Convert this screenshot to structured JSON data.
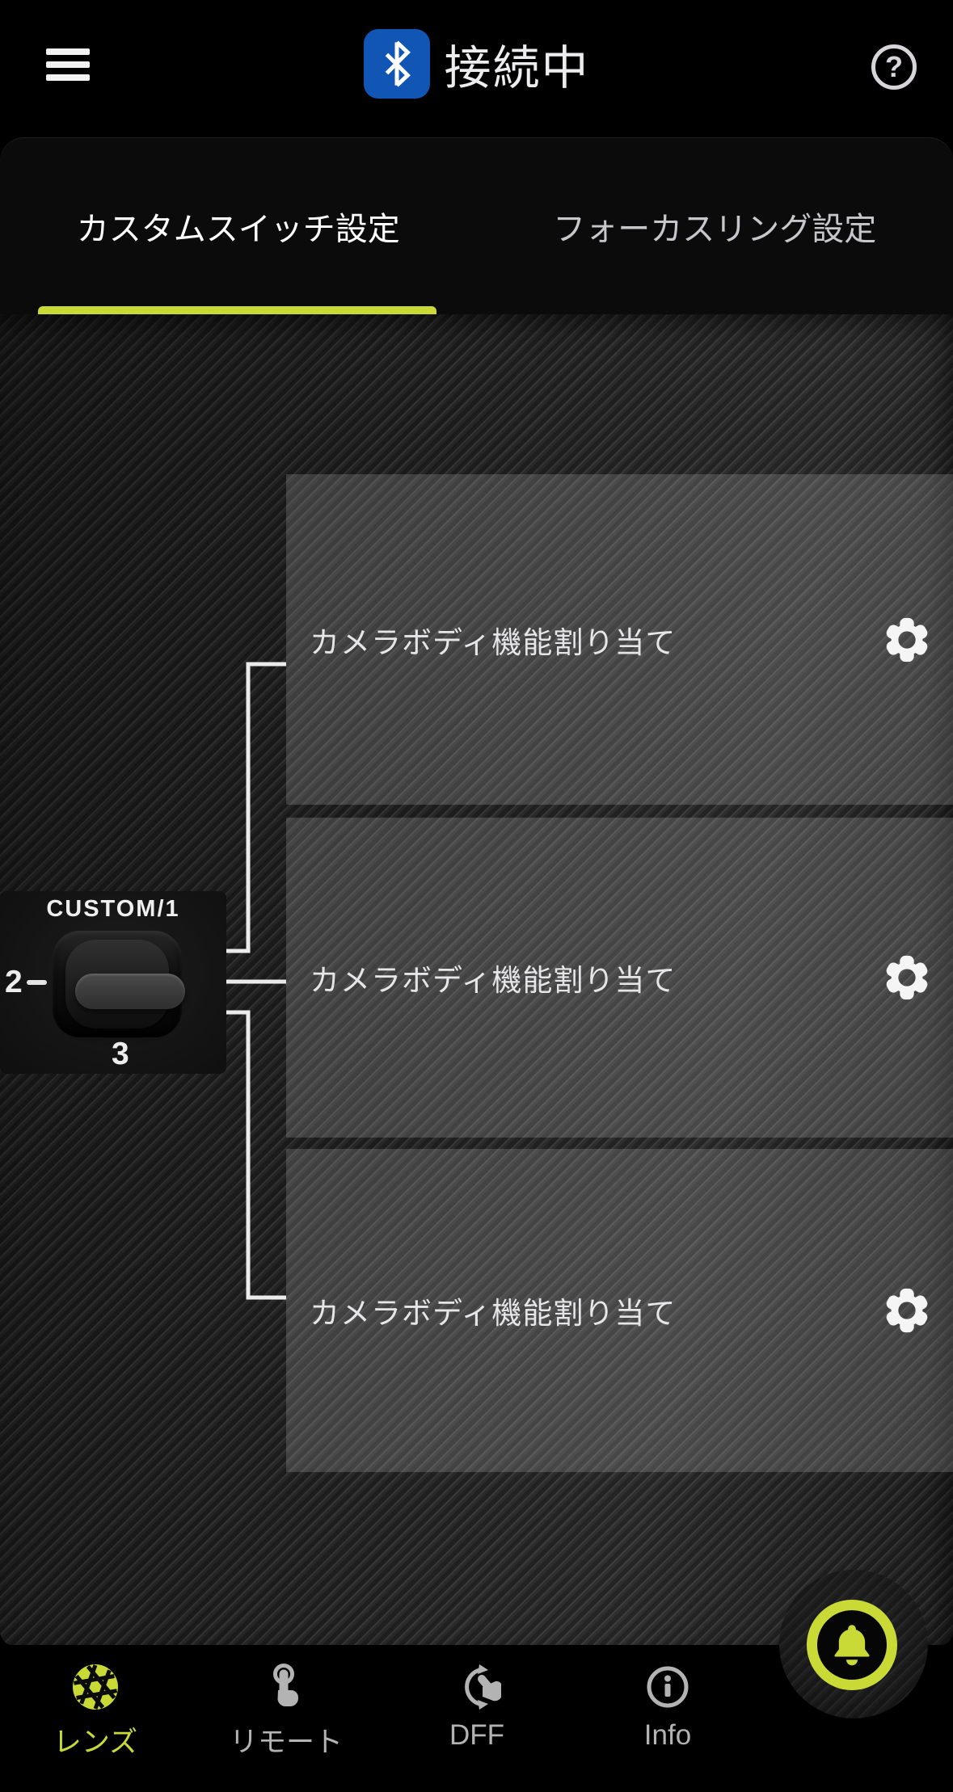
{
  "header": {
    "menu_icon": "hamburger-menu",
    "bluetooth_icon": "bluetooth",
    "status_title": "接続中",
    "help_icon": "help-question"
  },
  "tabs": [
    {
      "label": "カスタムスイッチ設定",
      "active": true
    },
    {
      "label": "フォーカスリング設定",
      "active": false
    }
  ],
  "switch_diagram": {
    "top_label": "CUSTOM/1",
    "left_label": "2",
    "bottom_label": "3",
    "positions": [
      "1",
      "2",
      "3"
    ]
  },
  "panels": [
    {
      "label": "カメラボディ機能割り当て",
      "icon": "gear"
    },
    {
      "label": "カメラボディ機能割り当て",
      "icon": "gear"
    },
    {
      "label": "カメラボディ機能割り当て",
      "icon": "gear"
    }
  ],
  "fab": {
    "icon": "notification-bell"
  },
  "bottom_nav": [
    {
      "label": "レンズ",
      "icon": "aperture",
      "active": true
    },
    {
      "label": "リモート",
      "icon": "touch-remote",
      "active": false
    },
    {
      "label": "DFF",
      "icon": "rotate-hand",
      "active": false
    },
    {
      "label": "Info",
      "icon": "info",
      "active": false
    }
  ],
  "colors": {
    "accent": "#c9d935",
    "bluetooth_blue": "#1156b5",
    "panel_text": "#e6e6e8",
    "inactive_nav": "#b3b3b3"
  }
}
